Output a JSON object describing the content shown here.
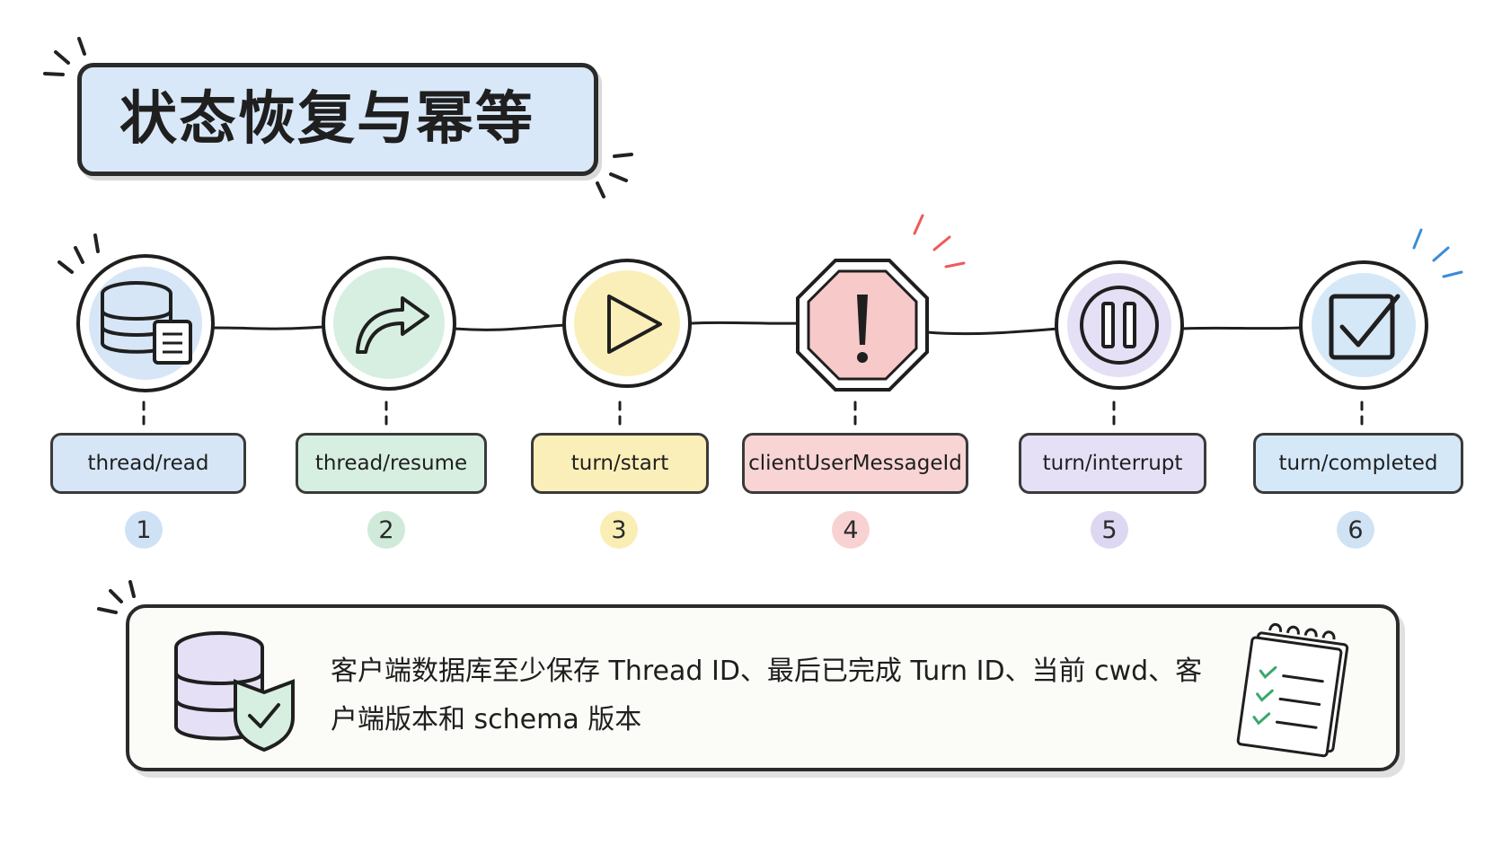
{
  "title": "状态恢复与幂等",
  "steps": [
    {
      "label": "thread/read",
      "number": "1",
      "icon": "database-document-icon",
      "fill": "#d6e6f7",
      "dot": "#cfe2f5"
    },
    {
      "label": "thread/resume",
      "number": "2",
      "icon": "curved-arrow-icon",
      "fill": "#d7efe1",
      "dot": "#cfead9"
    },
    {
      "label": "turn/start",
      "number": "3",
      "icon": "play-icon",
      "fill": "#fbefb9",
      "dot": "#fbeeb5"
    },
    {
      "label": "clientUserMessageId",
      "number": "4",
      "icon": "warning-octagon-icon",
      "fill": "#f8d4d4",
      "dot": "#f8d2d2"
    },
    {
      "label": "turn/interrupt",
      "number": "5",
      "icon": "pause-icon",
      "fill": "#e5e0f5",
      "dot": "#ddd7f2"
    },
    {
      "label": "turn/completed",
      "number": "6",
      "icon": "checkbox-icon",
      "fill": "#d5e8f8",
      "dot": "#cfe3f5"
    }
  ],
  "note": {
    "text": "客户端数据库至少保存 Thread ID、最后已完成 Turn ID、当前 cwd、客户端版本和 schema 版本",
    "left_icon": "database-shield-icon",
    "right_icon": "checklist-notepad-icon"
  },
  "colors": {
    "blue": "#d6e6f7",
    "green": "#d7efe1",
    "yellow": "#fbefb9",
    "red": "#f8d4d4",
    "purple": "#e5e0f5",
    "ink": "#222222",
    "accent_red": "#ef5a5a",
    "accent_blue": "#3b8bd8"
  }
}
